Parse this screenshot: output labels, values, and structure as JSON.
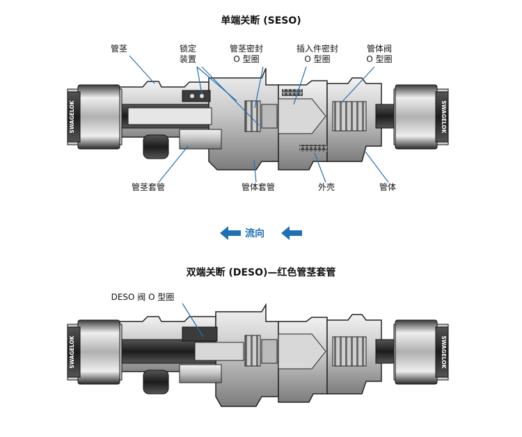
{
  "top_diagram": {
    "title": "单端关断 (SESO)",
    "labels": {
      "stem": "管茎",
      "lock_device_1": "锁定",
      "lock_device_2": "装置",
      "stem_seal_1": "管茎密封",
      "stem_seal_2": "O 型圈",
      "insert_seal_1": "插入件密封",
      "insert_seal_2": "O 型圈",
      "body_valve_1": "管体阀",
      "body_valve_2": "O 型圈",
      "stem_sleeve": "管茎套管",
      "body_sleeve": "管体套管",
      "shell": "外壳",
      "body": "管体"
    },
    "nut_brand": "SWAGELOK"
  },
  "flow": {
    "label": "流向",
    "arrow_color": "#1f6fb5"
  },
  "bottom_diagram": {
    "title": "双端关断 (DESO)—红色管茎套管",
    "labels": {
      "deso_valve_oring": "DESO 阀 O 型圈"
    },
    "nut_brand": "SWAGELOK"
  }
}
